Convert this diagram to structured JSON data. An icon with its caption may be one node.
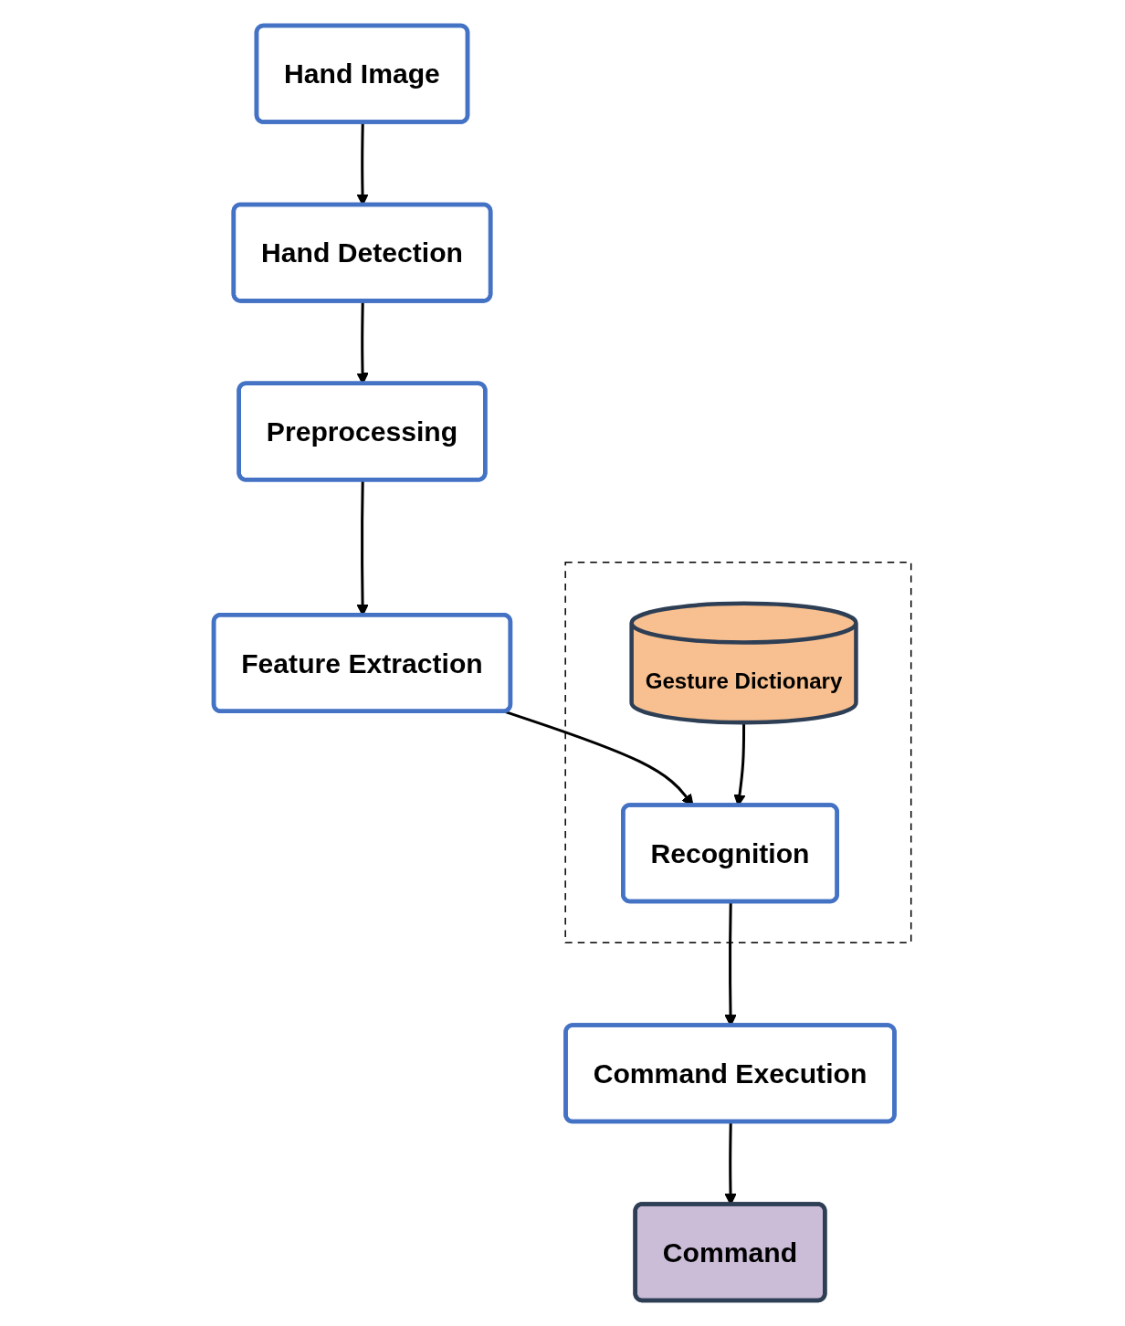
{
  "diagram": {
    "nodes": [
      {
        "text": [
          "Hand Image"
        ]
      },
      {
        "text": [
          "Hand Detection"
        ]
      },
      {
        "text": [
          "Preprocessing"
        ]
      },
      {
        "text": [
          "Feature Extraction"
        ]
      },
      {
        "text": [],
        "shape": "box"
      },
      {
        "text": [
          "Gesture Dictionary"
        ],
        "in": 4
      },
      {
        "text": [
          "Recognition"
        ],
        "in": 4
      },
      {
        "text": [
          "Command Execution"
        ]
      },
      {
        "text": [
          "Command"
        ]
      }
    ],
    "edges": [
      {
        "from": 0,
        "to": 1,
        "arrow": "to"
      },
      {
        "from": 1,
        "to": 2,
        "arrow": "to"
      },
      {
        "from": 2,
        "to": 3,
        "arrow": "to"
      },
      {
        "from": 3,
        "to": 6,
        "arrow": "to"
      },
      {
        "from": 5,
        "to": 6,
        "arrow": "to"
      },
      {
        "from": 6,
        "to": 7,
        "arrow": "to"
      },
      {
        "from": 7,
        "to": 8,
        "arrow": "to"
      }
    ]
  }
}
